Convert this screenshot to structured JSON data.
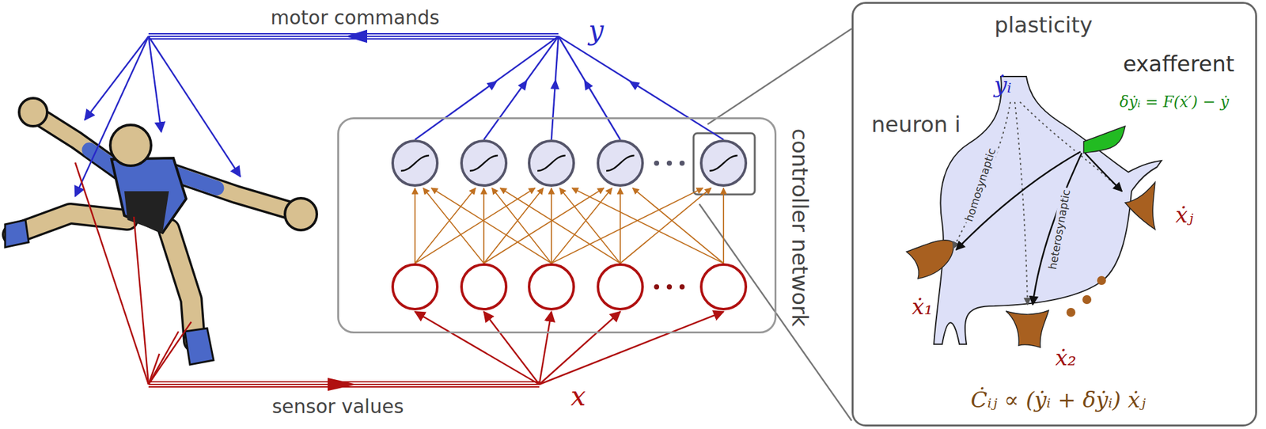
{
  "diagram": {
    "nodes": [
      {
        "text": [
          "controller network"
        ]
      },
      {
        "text": [
          "plasticity"
        ]
      }
    ],
    "labels": [
      "motor commands",
      "y",
      "sensor values",
      "x",
      "exafferent",
      "neuron i",
      "ẏᵢ",
      "δẏᵢ = F(ẋ′) − ẏ",
      "homosynaptic",
      "heterosynaptic",
      "ẋⱼ",
      "ẋ₁",
      "ẋ₂",
      "Ċᵢⱼ ∝ (ẏᵢ + δẏᵢ) ẋⱼ"
    ]
  }
}
